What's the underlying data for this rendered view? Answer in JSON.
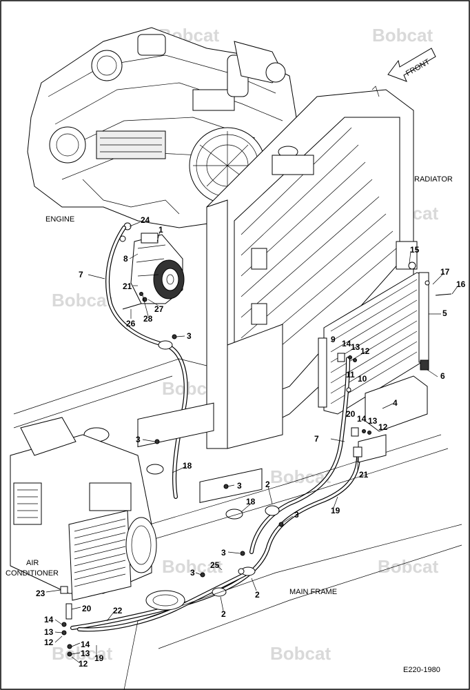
{
  "watermark": "Bobcat",
  "front_label": "FRONT",
  "labels": {
    "radiator": "RADIATOR",
    "engine": "ENGINE",
    "air_conditioner_line1": "AIR",
    "air_conditioner_line2": "CONDITIONER",
    "main_frame": "MAIN FRAME"
  },
  "drawing_number": "E220-1980",
  "callouts": {
    "c1": "1",
    "c2a": "2",
    "c2b": "2",
    "c2c": "2",
    "c3a": "3",
    "c3b": "3",
    "c3c": "3",
    "c3d": "3",
    "c3e": "3",
    "c3f": "3",
    "c4": "4",
    "c5": "5",
    "c6": "6",
    "c7a": "7",
    "c7b": "7",
    "c8": "8",
    "c9": "9",
    "c10": "10",
    "c11": "11",
    "c12a": "12",
    "c12b": "12",
    "c12c": "12",
    "c12d": "12",
    "c13a": "13",
    "c13b": "13",
    "c13c": "13",
    "c13d": "13",
    "c14a": "14",
    "c14b": "14",
    "c14c": "14",
    "c14d": "14",
    "c15": "15",
    "c16": "16",
    "c17": "17",
    "c18a": "18",
    "c18b": "18",
    "c19a": "19",
    "c19b": "19",
    "c20a": "20",
    "c20b": "20",
    "c21a": "21",
    "c21b": "21",
    "c22": "22",
    "c23": "23",
    "c24": "24",
    "c25": "25",
    "c26": "26",
    "c27": "27",
    "c28": "28"
  }
}
